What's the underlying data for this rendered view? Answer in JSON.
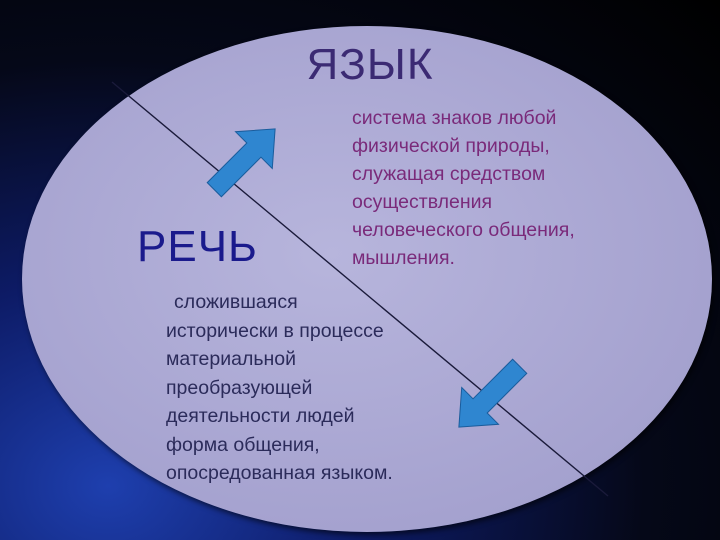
{
  "slide": {
    "language": {
      "title": "ЯЗЫК",
      "definition_lines": [
        "система знаков любой",
        "физической природы,",
        "служащая средством",
        "осуществления",
        "человеческого общения,",
        "мышления."
      ]
    },
    "speech": {
      "title": "РЕЧЬ",
      "definition_lines": [
        "сложившаяся",
        "исторически в процессе",
        "материальной",
        "преобразующей",
        "деятельности людей",
        "форма общения,",
        "опосредованная языком."
      ]
    },
    "colors": {
      "ellipse": "#a9a6d2",
      "arrow": "#2f86d0",
      "language_title": "#3b2a73",
      "speech_title": "#1a1a8c",
      "language_text": "#7a2a7a",
      "speech_text": "#2b2b5a"
    }
  }
}
